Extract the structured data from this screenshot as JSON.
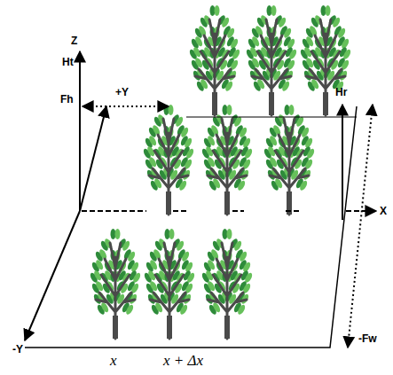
{
  "diagram": {
    "labels": [
      "Z",
      "Ht",
      "Fh",
      "+Y",
      "Hr",
      "-Fw",
      "X",
      "-Y",
      "x",
      "x + Δx"
    ]
  }
}
